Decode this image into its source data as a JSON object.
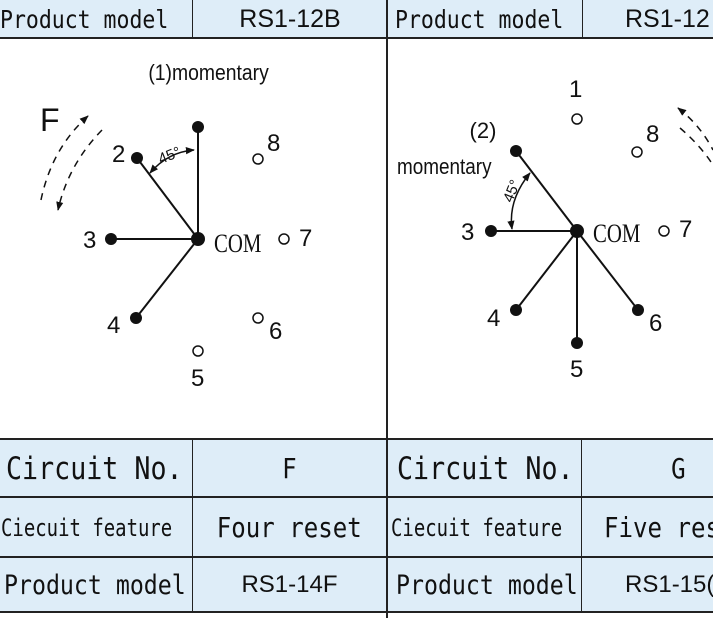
{
  "top_row": {
    "left": {
      "label": "Product model",
      "value": "RS1-12B"
    },
    "right": {
      "label": "Product model",
      "value": "RS1-12"
    }
  },
  "diagrams": [
    {
      "circuit": "F",
      "caption": "(1)momentary",
      "angle_label": "45°",
      "common_label": "COM",
      "rotation_label": "F",
      "positions": [
        {
          "num": "2",
          "state": "connected"
        },
        {
          "num": "3",
          "state": "connected"
        },
        {
          "num": "4",
          "state": "connected"
        },
        {
          "num": "5",
          "state": "open"
        },
        {
          "num": "6",
          "state": "open"
        },
        {
          "num": "7",
          "state": "open"
        },
        {
          "num": "8",
          "state": "open"
        },
        {
          "num": "",
          "state": "connected"
        }
      ]
    },
    {
      "circuit": "G",
      "caption_line1": "(2)",
      "caption_line2": "momentary",
      "angle_label": "45°",
      "common_label": "COM",
      "positions": [
        {
          "num": "1",
          "state": "open"
        },
        {
          "num": "",
          "state": "connected"
        },
        {
          "num": "3",
          "state": "connected"
        },
        {
          "num": "4",
          "state": "connected"
        },
        {
          "num": "5",
          "state": "connected"
        },
        {
          "num": "6",
          "state": "connected"
        },
        {
          "num": "7",
          "state": "open"
        },
        {
          "num": "8",
          "state": "open"
        }
      ]
    }
  ],
  "table": {
    "left": [
      {
        "label": "Circuit No.",
        "value": "F"
      },
      {
        "label": "Ciecuit feature",
        "value": "Four reset"
      },
      {
        "label": "Product model",
        "value": "RS1-14F"
      }
    ],
    "right": [
      {
        "label": "Circuit No.",
        "value": "G"
      },
      {
        "label": "Ciecuit feature",
        "value": "Five res"
      },
      {
        "label": "Product model",
        "value": "RS1-15("
      }
    ]
  }
}
